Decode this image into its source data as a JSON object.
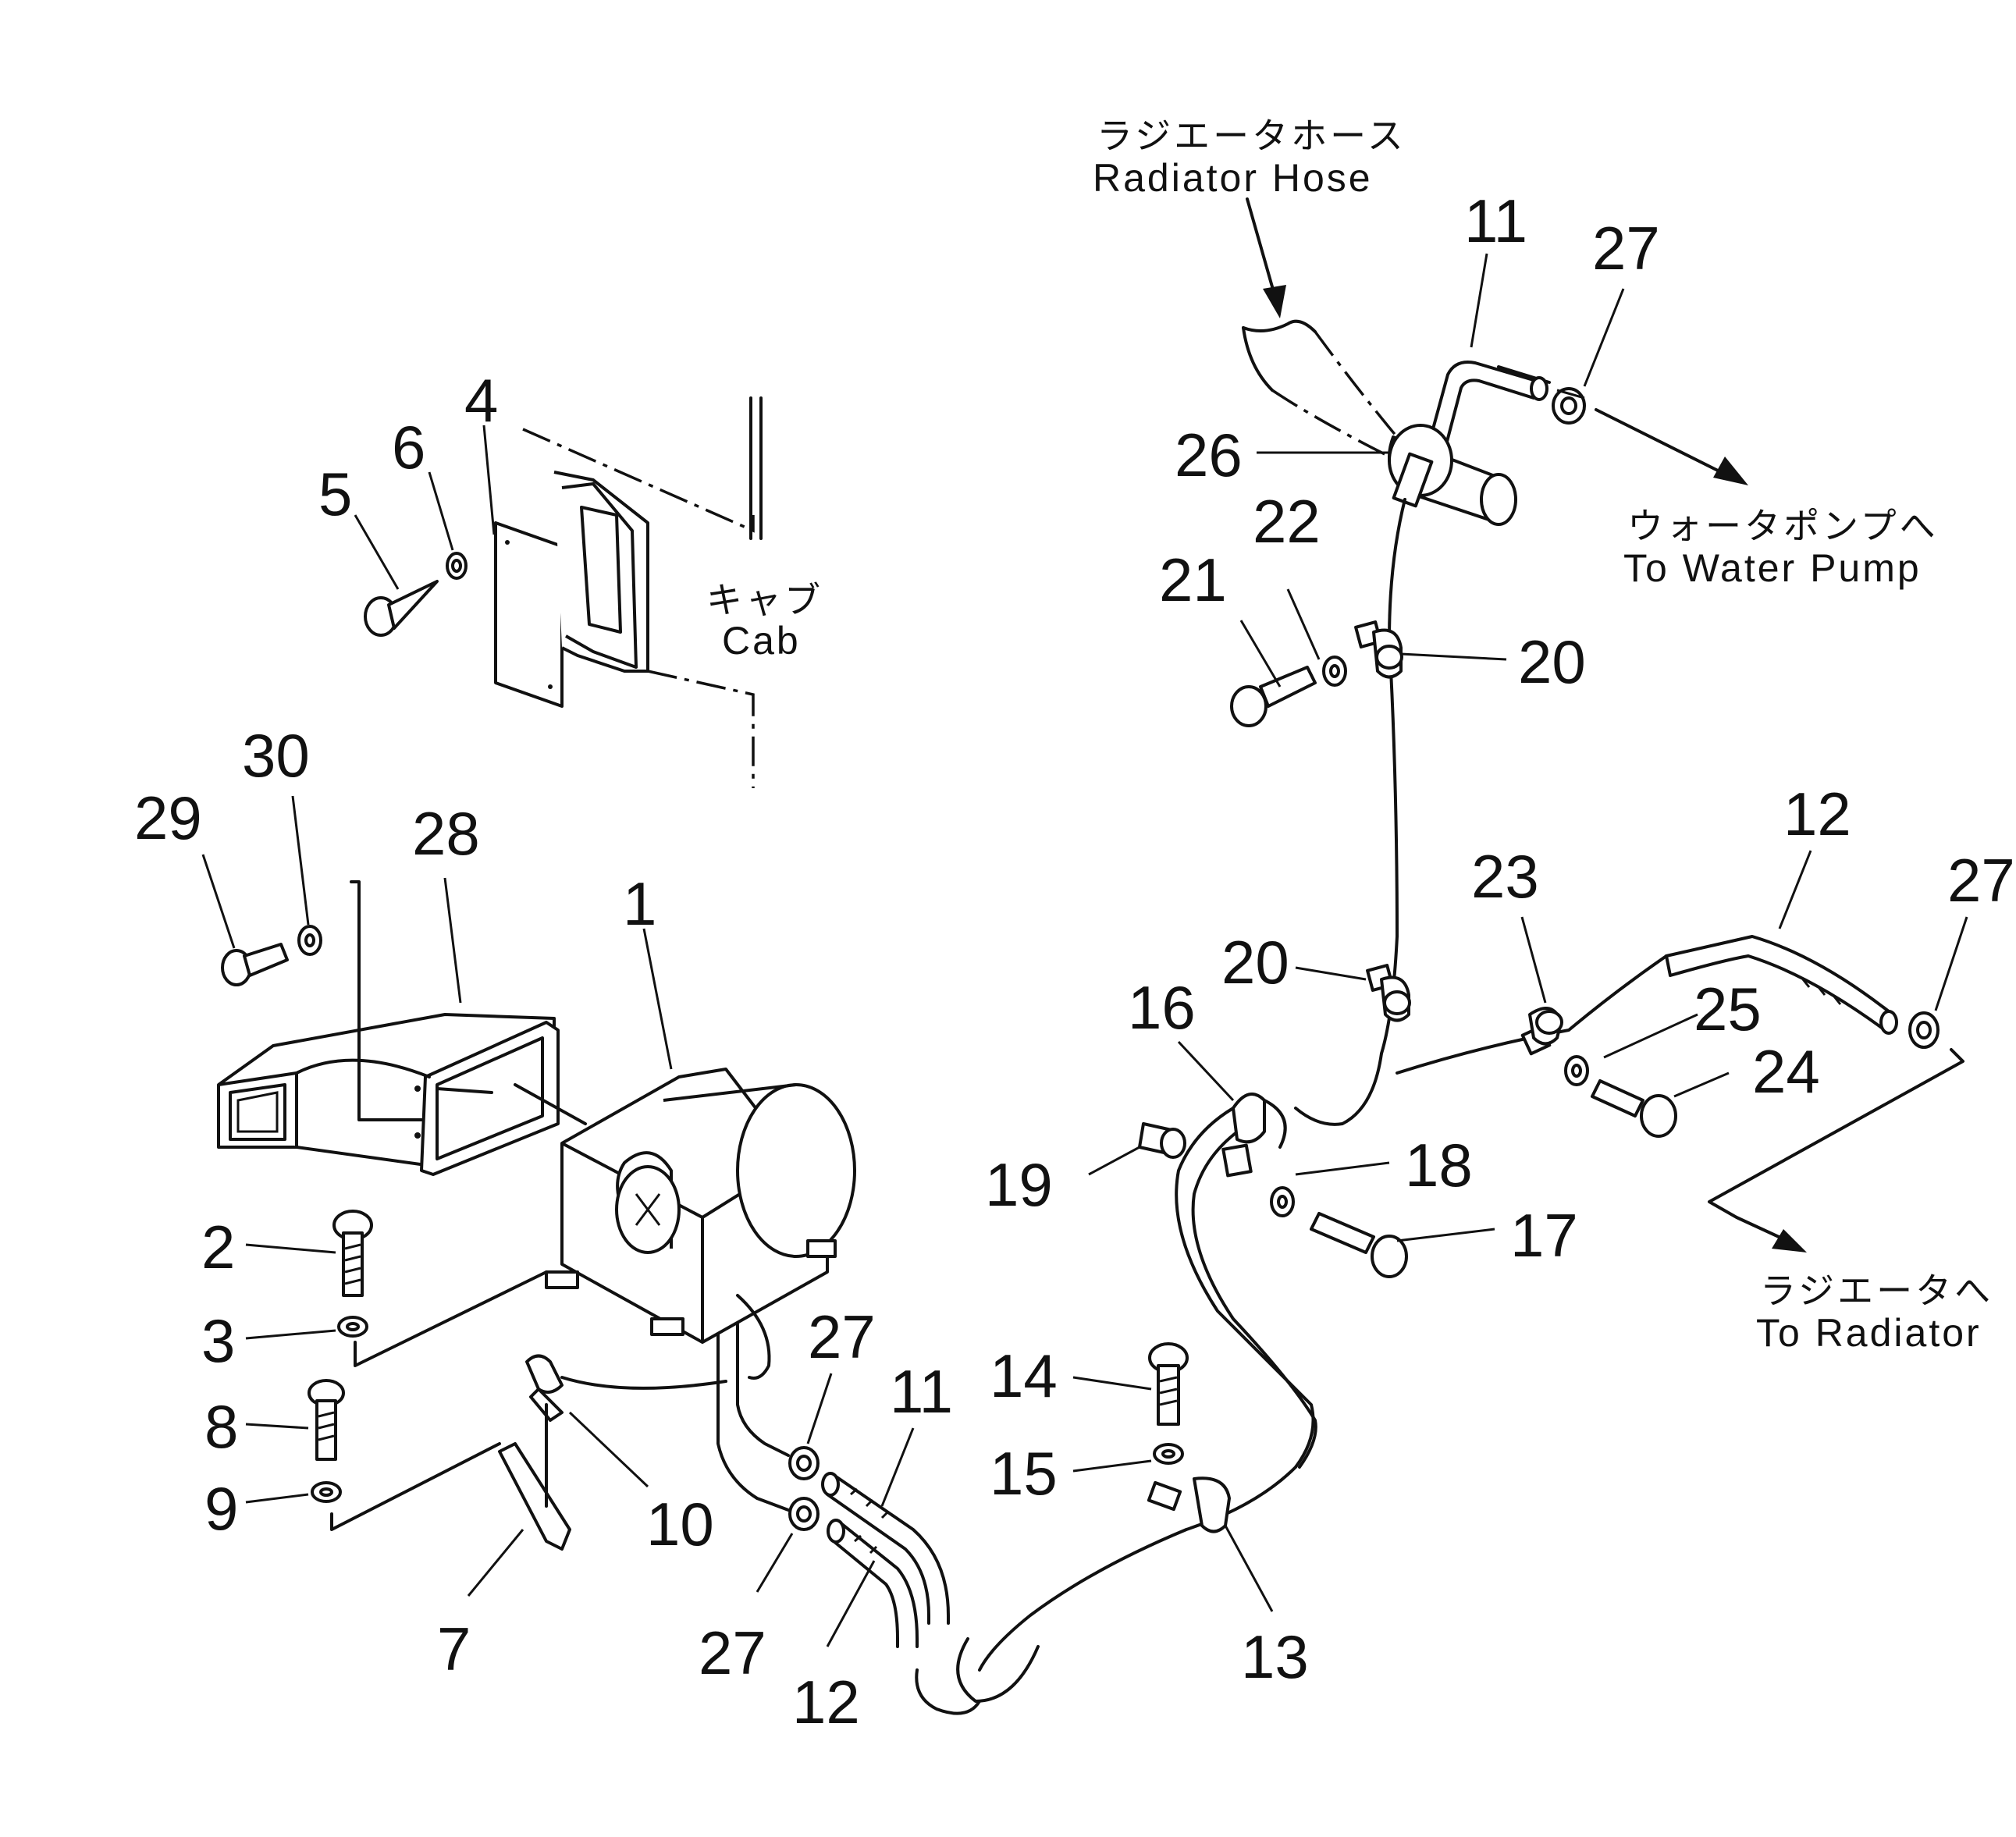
{
  "labels": {
    "radiator_hose_jp": "ラジエータホース",
    "radiator_hose_en": "Radiator  Hose",
    "cab_jp": "キャブ",
    "cab_en": "Cab",
    "to_water_pump_jp": "ウォータポンプへ",
    "to_water_pump_en": "To  Water  Pump",
    "to_radiator_jp": "ラジエータへ",
    "to_radiator_en": "To  Radiator"
  },
  "part_numbers": {
    "p1": "1",
    "p2": "2",
    "p3": "3",
    "p4": "4",
    "p5": "5",
    "p6": "6",
    "p7": "7",
    "p8": "8",
    "p9": "9",
    "p10": "10",
    "p11a": "11",
    "p11b": "11",
    "p12a": "12",
    "p12b": "12",
    "p13": "13",
    "p14": "14",
    "p15": "15",
    "p16": "16",
    "p17": "17",
    "p18": "18",
    "p19": "19",
    "p20a": "20",
    "p20b": "20",
    "p21": "21",
    "p22": "22",
    "p23": "23",
    "p24": "24",
    "p25": "25",
    "p26": "26",
    "p27a": "27",
    "p27b": "27",
    "p27c": "27",
    "p27d": "27",
    "p28": "28",
    "p29": "29",
    "p30": "30"
  }
}
